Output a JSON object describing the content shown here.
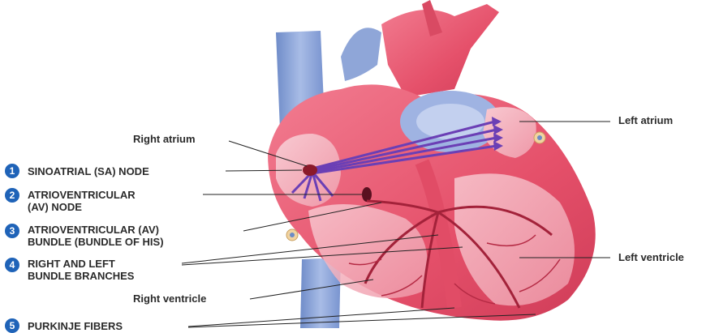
{
  "labels": {
    "right_atrium": "Right atrium",
    "left_atrium": "Left atrium",
    "left_ventricle": "Left ventricle",
    "right_ventricle": "Right ventricle"
  },
  "conduction_steps": [
    {
      "number": "1",
      "lines": [
        "SINOATRIAL (SA) NODE"
      ]
    },
    {
      "number": "2",
      "lines": [
        "ATRIOVENTRICULAR",
        "(AV) NODE"
      ]
    },
    {
      "number": "3",
      "lines": [
        "ATRIOVENTRICULAR (AV)",
        "BUNDLE (BUNDLE OF HIS)"
      ]
    },
    {
      "number": "4",
      "lines": [
        "RIGHT AND LEFT",
        "BUNDLE BRANCHES"
      ]
    },
    {
      "number": "5",
      "lines": [
        "PURKINJE FIBERS"
      ]
    }
  ],
  "colors": {
    "heart": "#e8506a",
    "heart_light": "#f4a7b4",
    "vessel_blue": "#8aa3d6",
    "step_badge": "#1f63b8",
    "arrows": "#6b3fb5"
  }
}
